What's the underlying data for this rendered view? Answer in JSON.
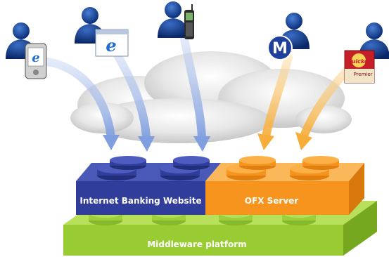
{
  "diagram": {
    "blocks": {
      "internet_banking": "Internet Banking Website",
      "ofx_server": "OFX Server",
      "middleware": "Middleware platform"
    },
    "icons": {
      "pda": "internet-explorer-icon",
      "browser_window": "internet-explorer-icon",
      "mobile_phone": "mobile-phone-icon",
      "money": "msn-money-icon",
      "quicken": "quicken-box-icon"
    },
    "quicken_box": {
      "brand": "Quicken",
      "edition": "Premier"
    },
    "colors": {
      "internet_banking": "#303d9a",
      "ofx_server": "#f7941d",
      "middleware": "#99cc33",
      "blue_arrows": "#8fa9e0",
      "orange_arrows": "#f9b94a",
      "cloud": "#d7d7d7"
    }
  }
}
